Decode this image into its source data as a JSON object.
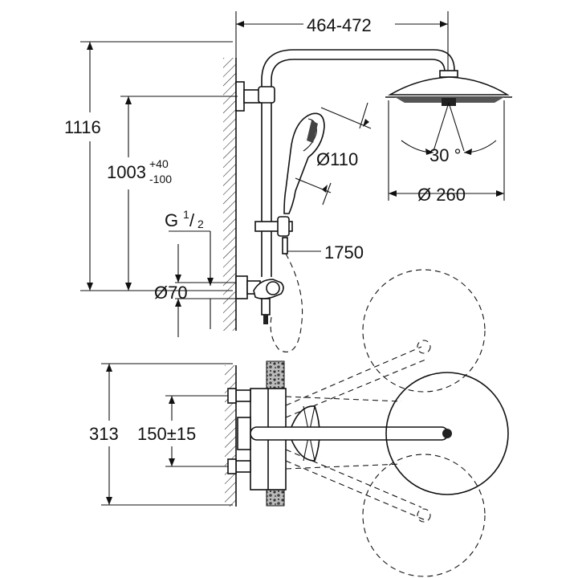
{
  "diagram": {
    "dims": {
      "width_range": "464-472",
      "total_height": "1116",
      "bar_height": "1003",
      "bar_tol_plus": "+40",
      "bar_tol_minus": "-100",
      "thread_prefix": "G",
      "thread_num": "1",
      "thread_den": "2",
      "thread_slash": "/",
      "flange_dia": "Ø70",
      "hand_dia": "Ø110",
      "hose_len": "1750",
      "head_dia": "Ø 260",
      "angle": "30 °",
      "plan_height": "313",
      "spacing": "150±15"
    }
  }
}
